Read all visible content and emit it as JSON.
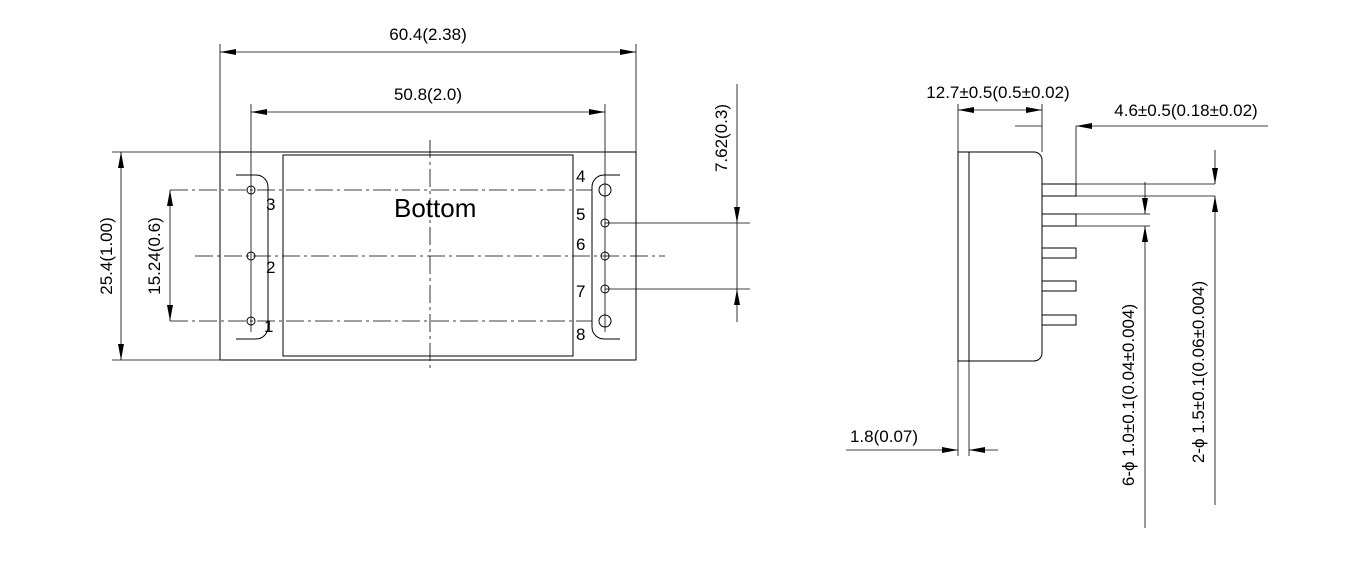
{
  "bottom_view": {
    "label": "Bottom",
    "dim_overall_width": "60.4(2.38)",
    "dim_pin_span": "50.8(2.0)",
    "dim_height": "25.4(1.00)",
    "dim_pin_row_span": "15.24(0.6)",
    "dim_pin_pitch": "7.62(0.3)",
    "pins": [
      "1",
      "2",
      "3",
      "4",
      "5",
      "6",
      "7",
      "8"
    ]
  },
  "side_view": {
    "dim_body_depth": "12.7±0.5(0.5±0.02)",
    "dim_pin_length": "4.6±0.5(0.18±0.02)",
    "dim_flange": "1.8(0.07)",
    "dim_pin_small": "6-ϕ 1.0±0.1(0.04±0.004)",
    "dim_pin_large": "2-ϕ 1.5±0.1(0.06±0.004)"
  }
}
